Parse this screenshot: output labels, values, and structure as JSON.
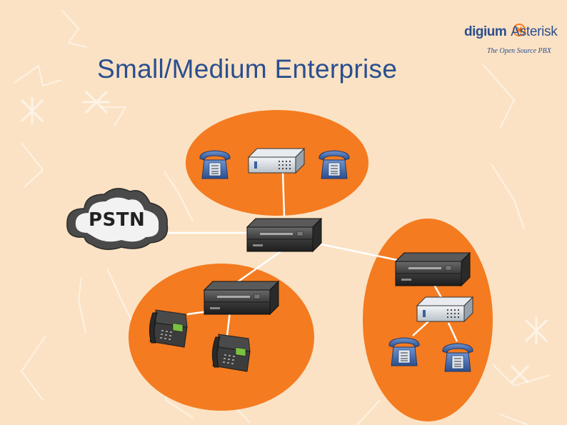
{
  "slide": {
    "title": "Small/Medium Enterprise"
  },
  "logo": {
    "brand": "digium",
    "product": "Asterisk",
    "tagline": "The Open Source PBX"
  },
  "network": {
    "pstn_label": "PSTN"
  },
  "colors": {
    "background": "#fbe2c4",
    "site_fill": "#f47b20",
    "title": "#2a4f8f",
    "link": "#ffffff",
    "cloud": "#555555",
    "phone_blue": "#3a62a6",
    "server": "#3b3b3b"
  },
  "icons": [
    "desk-phone-icon",
    "ip-phone-icon",
    "pbx-box-icon",
    "rack-server-icon",
    "cloud-icon",
    "asterisk-logo-icon"
  ]
}
